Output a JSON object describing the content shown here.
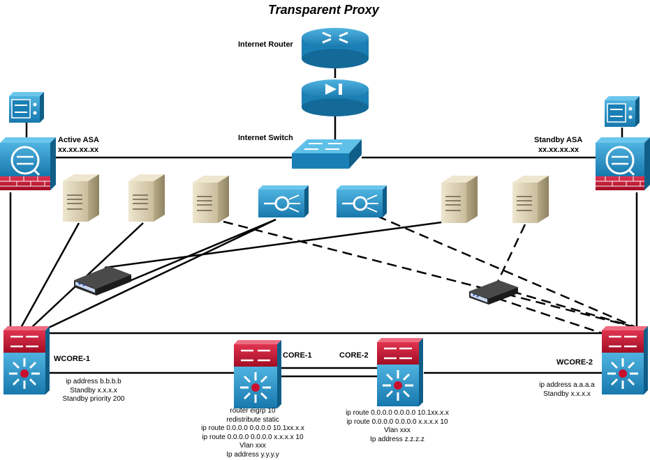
{
  "title": "Transparent Proxy",
  "labels": {
    "internet_router": "Internet Router",
    "internet_switch": "Internet Switch",
    "active_asa": "Active ASA",
    "active_asa_ip": "xx.xx.xx.xx",
    "standby_asa": "Standby ASA",
    "standby_asa_ip": "xx.xx.xx.xx",
    "wcore1": "WCORE-1",
    "wcore2": "WCORE-2",
    "core1": "CORE-1",
    "core2": "CORE-2"
  },
  "config": {
    "wcore1": [
      "ip address b.b.b.b",
      "Standby x.x.x.x",
      "Standby priority 200"
    ],
    "wcore2": [
      "ip address a.a.a.a",
      "Standby x.x.x.x"
    ],
    "core1": [
      "router eigrp 10",
      "redistribute static",
      "ip route 0.0.0.0 0.0.0.0 10.1xx.x.x",
      "ip route 0.0.0.0 0.0.0.0 x.x.x.x 10",
      "Vlan xxx",
      "Ip address y.y.y.y"
    ],
    "core2": [
      "ip route 0.0.0.0 0.0.0.0 10.1xx.x.x",
      "ip route 0.0.0.0 0.0.0.0 x.x.x.x 10",
      "Vlan xxx",
      "Ip address z.z.z.z"
    ]
  },
  "icons": {
    "router": "router-icon",
    "firewall_module": "firewall-module-icon",
    "switch": "switch-icon",
    "asa": "asa-firewall-icon",
    "server": "server-icon",
    "content_engine": "content-engine-icon",
    "appliance": "appliance-icon",
    "multilayer_switch": "multilayer-switch-icon"
  },
  "colors": {
    "cisco_blue": "#1f8fc4",
    "cisco_blue_dark": "#0d6390",
    "firewall_red": "#c8102e",
    "line": "#000000"
  }
}
